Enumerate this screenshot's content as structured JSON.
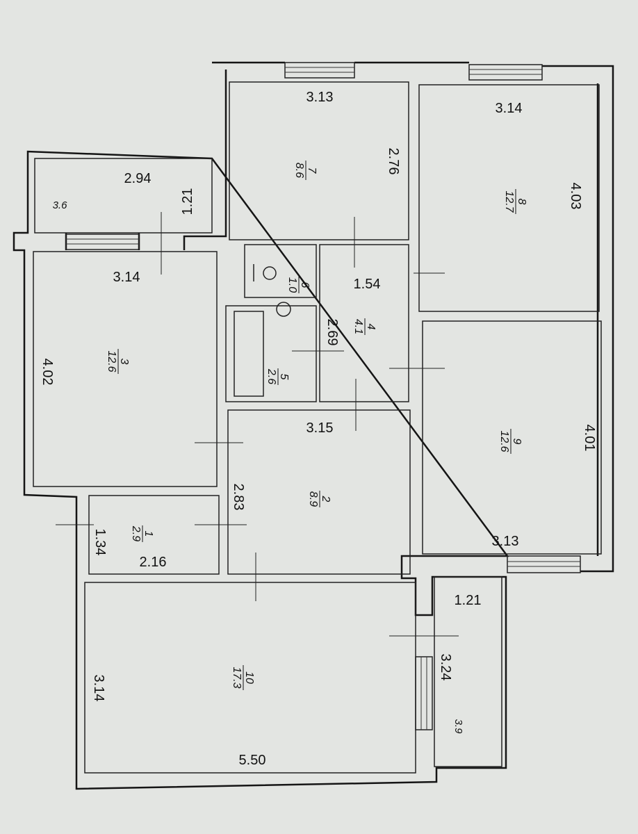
{
  "plan": {
    "rooms": [
      {
        "number": "1",
        "area": "2.9"
      },
      {
        "number": "2",
        "area": "8.9"
      },
      {
        "number": "3",
        "area": "12.6"
      },
      {
        "number": "4",
        "area": "4.1"
      },
      {
        "number": "5",
        "area": "2.6"
      },
      {
        "number": "6",
        "area": "1.0"
      },
      {
        "number": "7",
        "area": "8.6"
      },
      {
        "number": "8",
        "area": "12.7"
      },
      {
        "number": "9",
        "area": "12.6"
      },
      {
        "number": "10",
        "area": "17.3"
      }
    ],
    "balcony_top_left": {
      "width": "2.94",
      "depth": "1.21",
      "area": "3.6"
    },
    "balcony_right": {
      "width": "1.21",
      "length": "3.24",
      "area": "3.9"
    },
    "dimensions": {
      "room7_width": "3.13",
      "room7_depth": "2.76",
      "room8_width": "3.14",
      "room8_depth": "4.03",
      "room3_width": "3.14",
      "room3_depth": "4.02",
      "room4_width": "1.54",
      "room4_depth": "2.69",
      "room2_width": "3.15",
      "room2_depth": "2.83",
      "room9_width": "3.13",
      "room9_depth": "4.01",
      "room1_width": "2.16",
      "room1_depth": "1.34",
      "room10_width": "5.50",
      "room10_depth": "3.14"
    }
  }
}
